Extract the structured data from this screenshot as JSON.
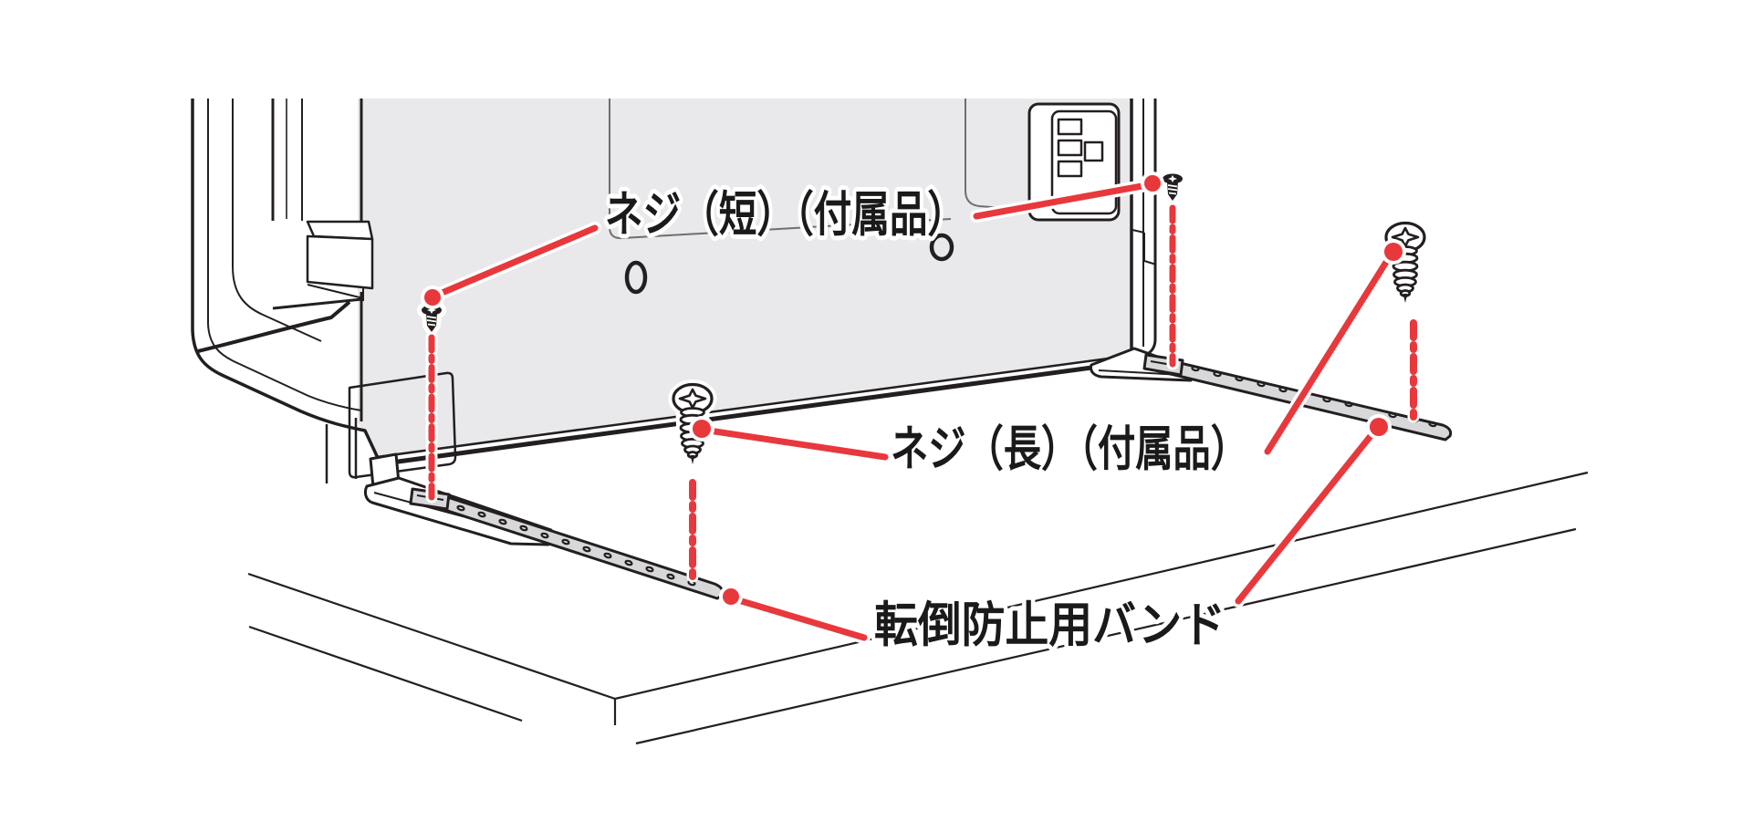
{
  "diagram": {
    "kind": "tv-manual-instruction-illustration",
    "subject": "Attaching anti-tip bands to the back of a TV on a table top",
    "labels": {
      "screw_short": "ネジ（短）（付属品）",
      "screw_long": "ネジ（長）（付属品）",
      "band": "転倒防止用バンド"
    },
    "colors": {
      "annotation_red": "#e8383c",
      "outline_black": "#231f20",
      "tv_panel_gray": "#e9e9eb",
      "band_gray": "#d8d8da",
      "background": "#ffffff"
    },
    "parts": [
      {
        "name": "tv-back-panel"
      },
      {
        "name": "tv-side-frame"
      },
      {
        "name": "connector-panel"
      },
      {
        "name": "stand-foot-left"
      },
      {
        "name": "stand-foot-right"
      },
      {
        "name": "anti-tip-band-left"
      },
      {
        "name": "anti-tip-band-right"
      },
      {
        "name": "short-screw-left"
      },
      {
        "name": "short-screw-right"
      },
      {
        "name": "long-screw-center"
      },
      {
        "name": "long-screw-right"
      },
      {
        "name": "table-top"
      }
    ],
    "annotation_counts": {
      "leader_lines": 6,
      "red_dots": 6,
      "dashed_insertion_lines": 4
    }
  }
}
